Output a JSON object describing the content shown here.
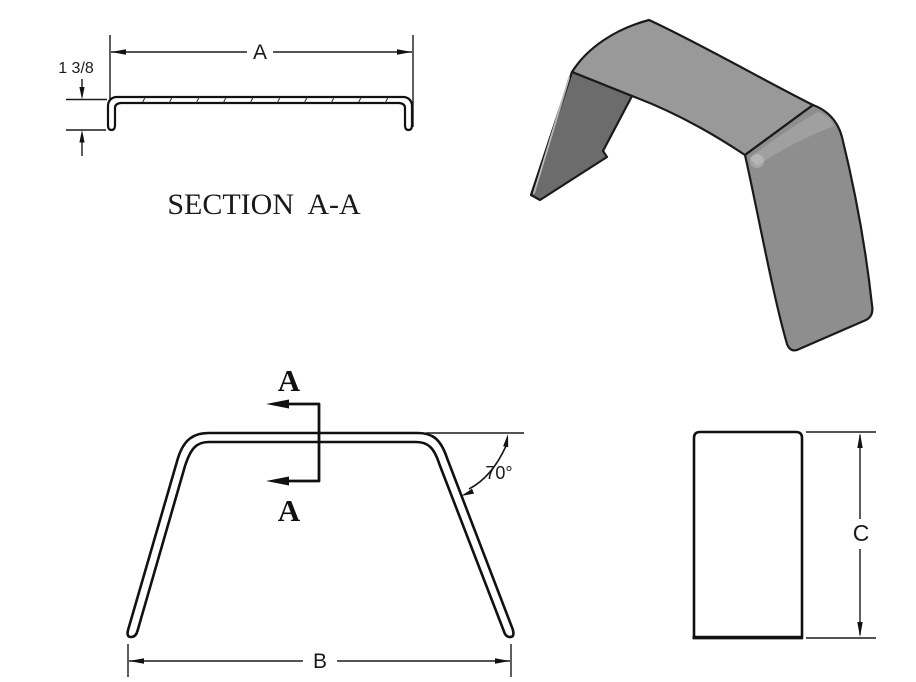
{
  "drawing": {
    "background": "#ffffff",
    "line_color": "#1a1a1a",
    "section_view": {
      "caption": "SECTION  A-A",
      "width_label": "A",
      "flange_height_label": "1 3/8"
    },
    "front_view": {
      "width_label": "B",
      "bend_angle_label": "70°",
      "cut_arrow_top_label": "A",
      "cut_arrow_bottom_label": "A"
    },
    "side_view": {
      "height_label": "C"
    },
    "iso_view": {
      "top_face_color": "#999999",
      "near_leg_color": "#6c6c6c",
      "far_leg_color": "#8e8e8e",
      "edge_color": "#1a1a1a",
      "edge_highlight_color": "#b9b9b9"
    }
  }
}
